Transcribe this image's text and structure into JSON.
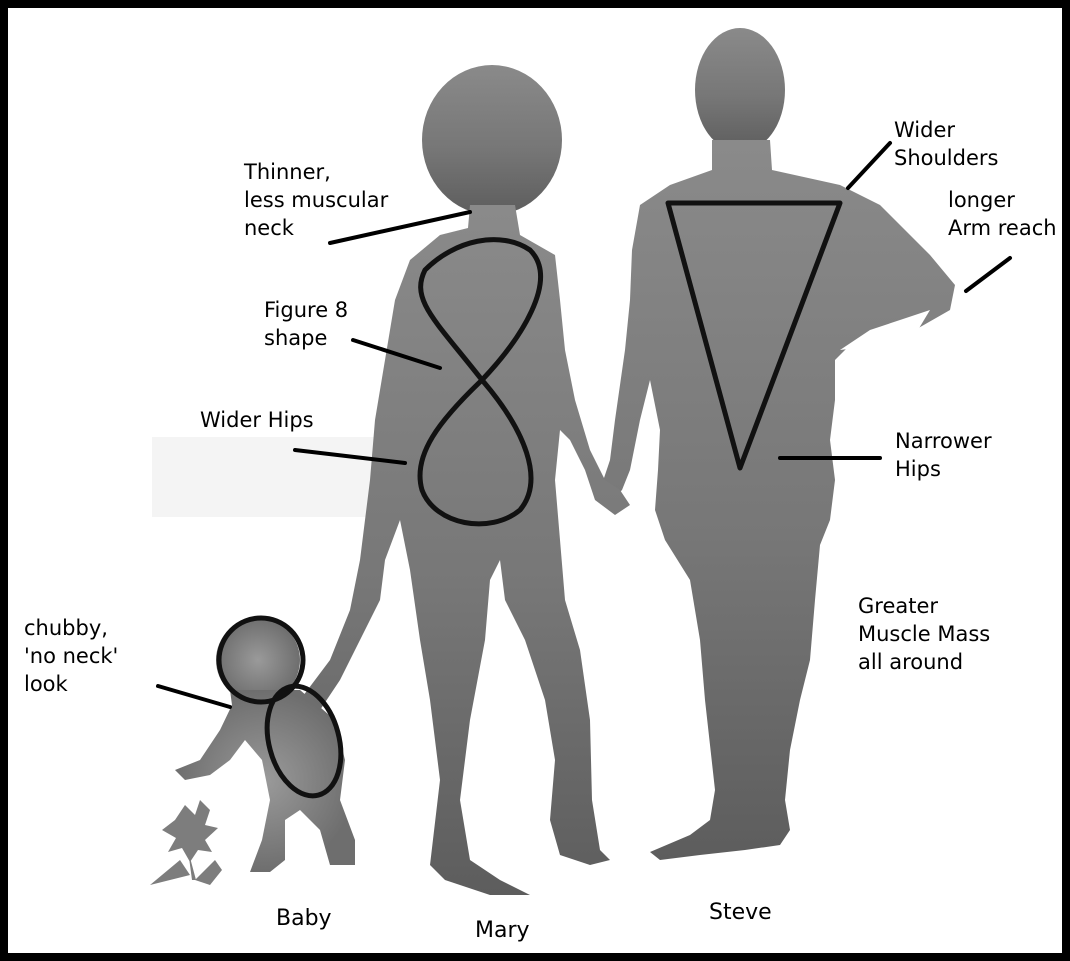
{
  "annotations": {
    "neck": [
      "Thinner,",
      "less muscular",
      "neck"
    ],
    "figure8": [
      "Figure 8",
      "shape"
    ],
    "wider_hips": "Wider Hips",
    "shoulders": [
      "Wider",
      "Shoulders"
    ],
    "arm": [
      "longer",
      "Arm reach"
    ],
    "narrow_hips": [
      "Narrower",
      "Hips"
    ],
    "muscle": [
      "Greater",
      "Muscle Mass",
      "all around"
    ],
    "baby": [
      "chubby,",
      "'no neck'",
      "look"
    ]
  },
  "names": {
    "baby": "Baby",
    "mary": "Mary",
    "steve": "Steve"
  },
  "colors": {
    "silhouette": "#7a7a7a",
    "outline": "#111111",
    "border": "#000000"
  }
}
